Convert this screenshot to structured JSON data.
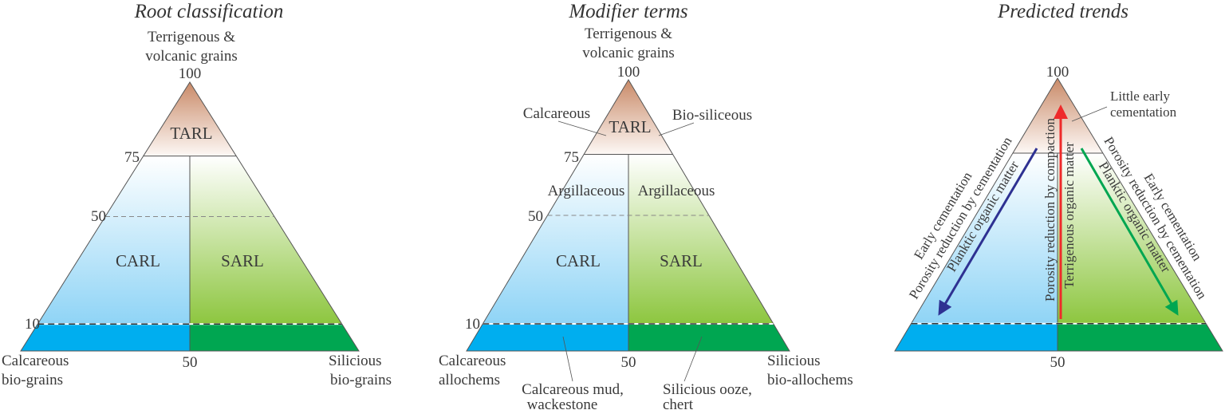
{
  "colors": {
    "tarl_top": "#c98a68",
    "calc_band": "#00aeef",
    "sil_band": "#00a651",
    "carl": "#8fd4f6",
    "sarl": "#8dc63f",
    "arrow_red": "#ee2a2a",
    "arrow_blue": "#2e3192",
    "arrow_green": "#00a651"
  },
  "panels": [
    {
      "title": "Root classification",
      "apex_label": [
        "Terrigenous &",
        "volcanic grains"
      ],
      "ticks": {
        "t100": "100",
        "t75": "75",
        "t50": "50",
        "t10": "10",
        "base50": "50"
      },
      "regions": {
        "top": "TARL",
        "left": "CARL",
        "right": "SARL"
      },
      "left_corner": [
        "Calcareous",
        "bio-grains"
      ],
      "right_corner": [
        "Silicious",
        "bio-grains"
      ]
    },
    {
      "title": "Modifier terms",
      "apex_label": [
        "Terrigenous &",
        "volcanic grains"
      ],
      "ticks": {
        "t100": "100",
        "t75": "75",
        "t50": "50",
        "t10": "10",
        "base50": "50"
      },
      "regions": {
        "top": "TARL",
        "left": "CARL",
        "right": "SARL"
      },
      "modifiers": {
        "top_left": "Calcareous",
        "top_right": "Bio-siliceous",
        "mid_left": "Argillaceous",
        "mid_right": "Argillaceous",
        "bottom_left": [
          "Calcareous mud,",
          "wackestone"
        ],
        "bottom_right": [
          "Silicious ooze,",
          "chert"
        ]
      },
      "left_corner": [
        "Calcareous",
        "allochems"
      ],
      "right_corner": [
        "Silicious",
        "bio-allochems"
      ]
    },
    {
      "title": "Predicted trends",
      "ticks": {
        "t100": "100",
        "base50": "50"
      },
      "note": [
        "Little early",
        "cementation"
      ],
      "left_trends": [
        "Early cementation",
        "Porosity reduction by cementation",
        "Planktic organic matter"
      ],
      "middle_trends": [
        "Porosity reduction by compaction",
        "Terrigenous organic matter"
      ],
      "right_trends": [
        "Early cementation",
        "Porosity reduction by cementation",
        "Planktic organic matter"
      ]
    }
  ]
}
